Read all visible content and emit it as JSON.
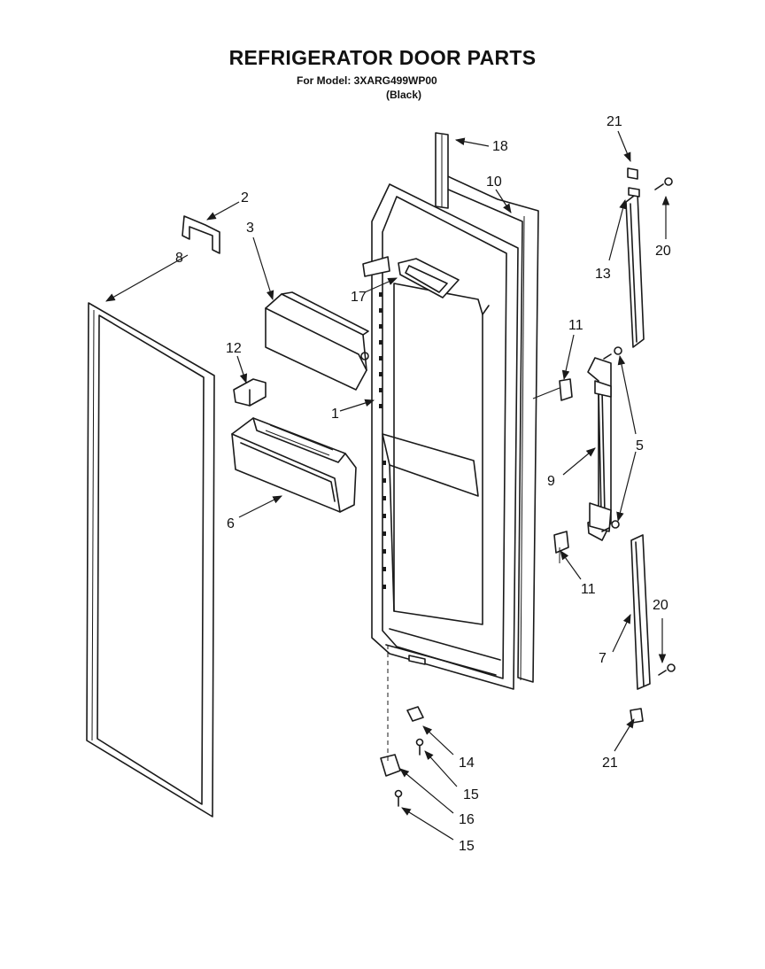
{
  "header": {
    "title": "REFRIGERATOR DOOR PARTS",
    "model_line": "For Model: 3XARG499WP00",
    "variant": "(Black)"
  },
  "callouts": {
    "c1": "1",
    "c2": "2",
    "c3": "3",
    "c5": "5",
    "c6": "6",
    "c7": "7",
    "c8": "8",
    "c9": "9",
    "c10": "10",
    "c11a": "11",
    "c11b": "11",
    "c12": "12",
    "c13": "13",
    "c14": "14",
    "c15a": "15",
    "c15b": "15",
    "c16": "16",
    "c17": "17",
    "c18": "18",
    "c20a": "20",
    "c20b": "20",
    "c21a": "21",
    "c21b": "21"
  }
}
